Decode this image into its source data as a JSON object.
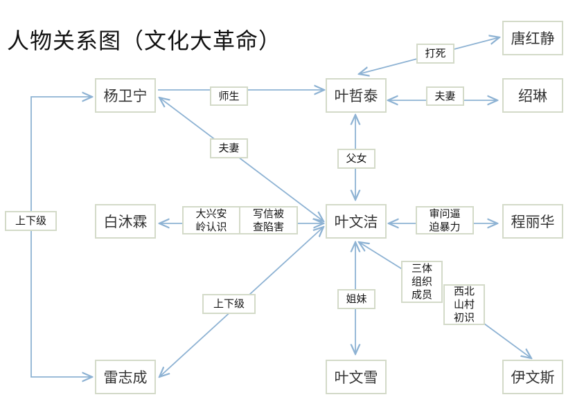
{
  "title": "人物关系图（文化大革命）",
  "colors": {
    "line": "#8db2d3",
    "border": "#d3dac8"
  },
  "nodes": {
    "yang_weining": "杨卫宁",
    "ye_zhetai": "叶哲泰",
    "tang_hongjing": "唐红静",
    "shao_lin": "绍琳",
    "bai_mulin": "白沐霖",
    "ye_wenjie": "叶文洁",
    "cheng_lihua": "程丽华",
    "lei_zhicheng": "雷志成",
    "ye_wenxue": "叶文雪",
    "evans": "伊文斯"
  },
  "relations": {
    "teacher_student": "师生",
    "beat_to_death": "打死",
    "spouse_ye_shao": "夫妻",
    "spouse_yang_ye": "夫妻",
    "father_daughter": "父女",
    "superior_left": "上下级",
    "met_daxinganling": "大兴安岭认识",
    "letter_framed": "写信被查陷害",
    "interrogation": "审问逼迫暴力",
    "trisolaris_member": "三体组织成员",
    "met_northwest": "西北山村初识",
    "sisters": "姐妹",
    "superior_mid": "上下级"
  }
}
